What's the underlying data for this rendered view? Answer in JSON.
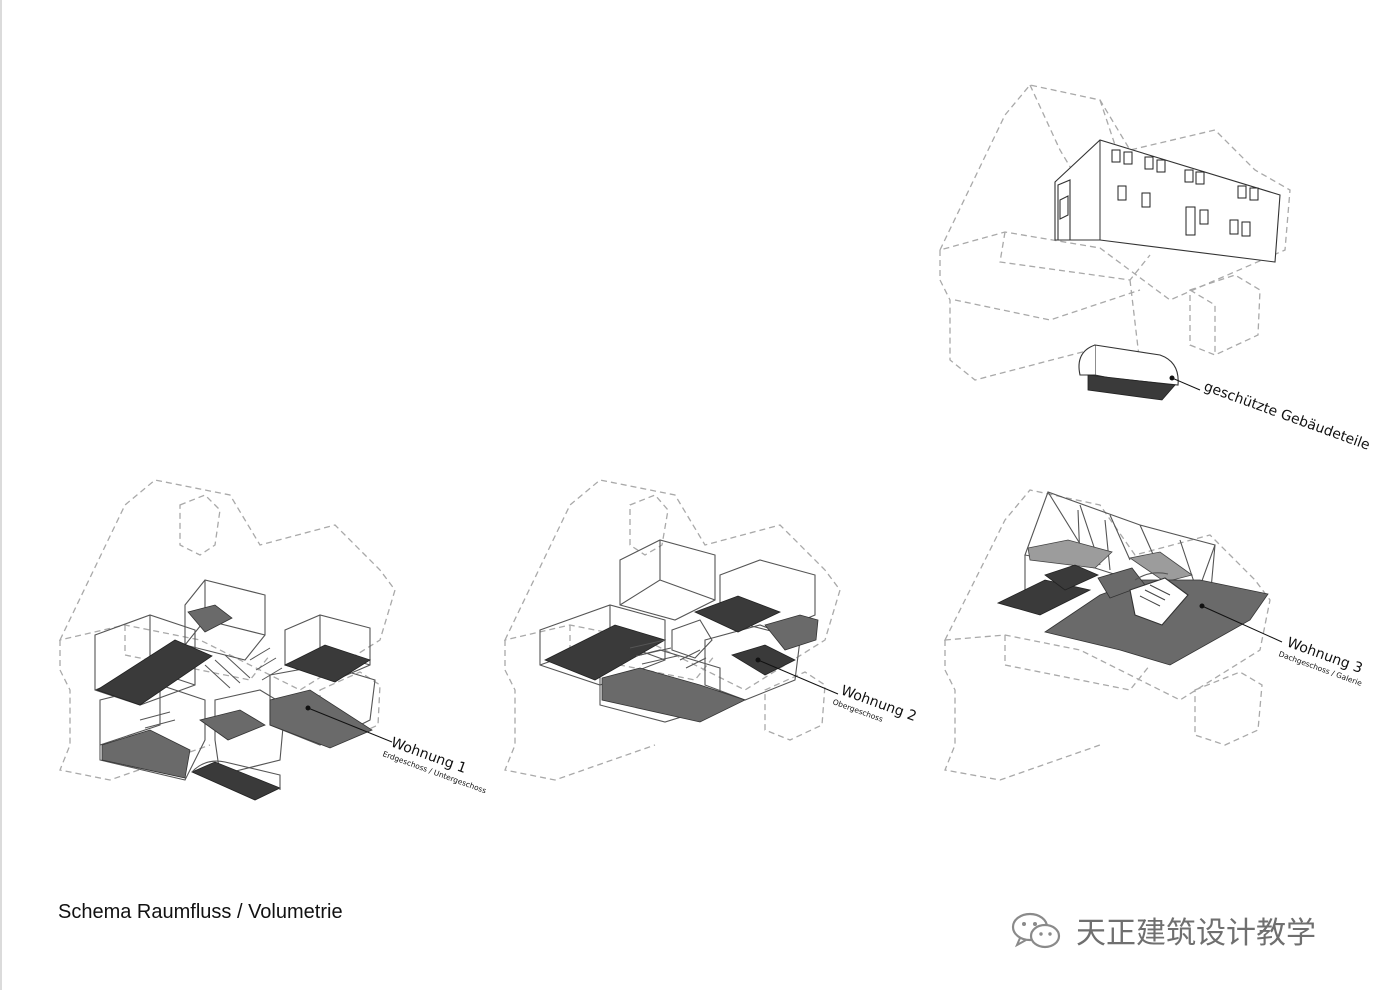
{
  "caption": "Schema Raumfluss / Volumetrie",
  "watermark": {
    "text": "天正建筑设计教学",
    "logo_icon": "wechat-logo-icon"
  },
  "diagrams": [
    {
      "title": "geschützte Gebäudeteile",
      "subtitle": ""
    },
    {
      "title": "Wohnung 1",
      "subtitle": "Erdgeschoss / Untergeschoss"
    },
    {
      "title": "Wohnung 2",
      "subtitle": "Obergeschoss"
    },
    {
      "title": "Wohnung 3",
      "subtitle": "Dachgeschoss / Galerie"
    }
  ],
  "colors": {
    "background": "#ffffff",
    "slab_dark": "#3a3a3a",
    "slab_mid": "#6a6a6a",
    "dashed_outline": "#a9a9a9",
    "watermark": "#6f6f6f"
  }
}
